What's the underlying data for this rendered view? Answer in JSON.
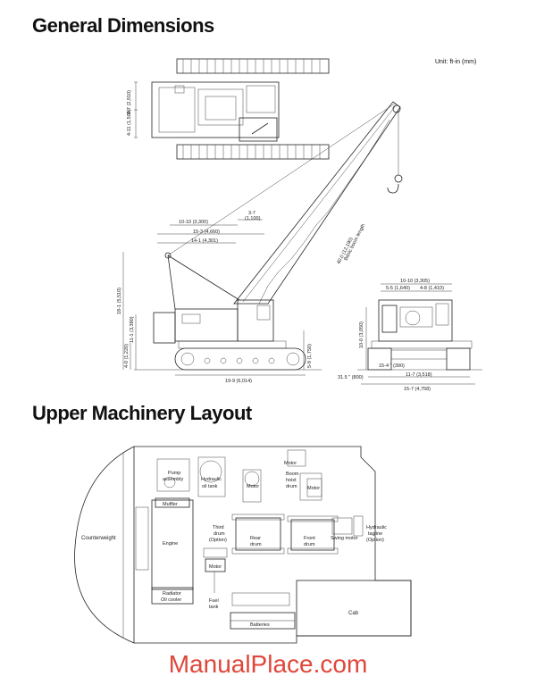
{
  "headings": {
    "general": "General Dimensions",
    "upper": "Upper Machinery Layout"
  },
  "unit": "Unit: ft-in (mm)",
  "dims": {
    "d_97": "9-7 (2,910)",
    "d_411": "4-11 (1,500)",
    "d_1010": "10-10 (3,300)",
    "d_37": "3-7",
    "d_37b": "(1,100)",
    "d_153": "15-3 (4,660)",
    "d_141": "14-1 (4,301)",
    "d_181": "18-1 (5,510)",
    "d_111": "11-1 (3,380)",
    "d_40": "4-0 (1,220)",
    "d_59": "5-9 (1,750)",
    "d_199": "19-9 (6,014)",
    "boom": "40.0 (12,190)",
    "boom2": "Basic boom length",
    "r_1010": "10-10 (3,305)",
    "r_55": "5-5 (1,640)",
    "r_48": "4-8 (1,410)",
    "r_100": "10-0 (3,050)",
    "r_154": "15-4 \" (390)",
    "r_315": "31.5 \" (800)",
    "r_117": "11-7 (3,518)",
    "r_157": "15-7 (4,758)"
  },
  "layout": {
    "counterweight": "Counterweight",
    "pump1": "Pump",
    "pump2": "assembly",
    "hyd1": "Hydraulic",
    "hyd2": "oil tank",
    "muffler": "Muffler",
    "engine": "Engine",
    "radiator1": "Radiator",
    "radiator2": "Oil cooler",
    "motor": "Motor",
    "motor2": "Motor",
    "motor3": "Motor",
    "motor4": "Motor",
    "third1": "Third",
    "third2": "drum",
    "third3": "(Option)",
    "rear1": "Rear",
    "rear2": "drum",
    "boomhoist1": "Boom",
    "boomhoist2": "hoist",
    "boomhoist3": "drum",
    "front1": "Front",
    "front2": "drum",
    "swing": "Swing motor",
    "tag1": "Hydraulic",
    "tag2": "tagline",
    "tag3": "(Option)",
    "fuel1": "Fuel",
    "fuel2": "tank",
    "batteries": "Batteries",
    "cab": "Cab"
  },
  "watermark": "ManualPlace.com"
}
